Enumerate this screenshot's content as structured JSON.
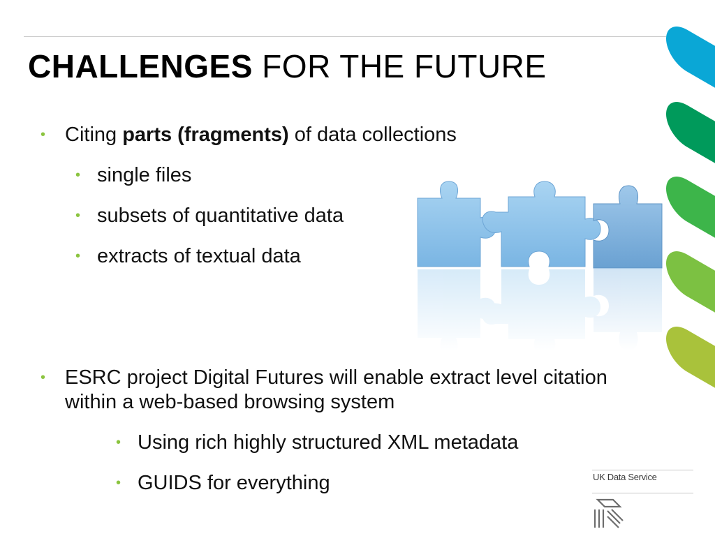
{
  "slide": {
    "title_strong": "CHALLENGES",
    "title_rest": " FOR THE FUTURE",
    "bullet_symbol": "•",
    "bullet_color": "#8bc43f",
    "section1": {
      "intro_before": "Citing ",
      "intro_bold": "parts (fragments)",
      "intro_after": " of data collections",
      "subitems": [
        "single files",
        "subsets of quantitative data",
        "extracts of textual data"
      ]
    },
    "section2": {
      "text": "ESRC project Digital Futures will enable extract level citation within a web-based browsing system",
      "subitems": [
        "Using rich highly structured XML metadata",
        "GUIDS for everything"
      ]
    }
  },
  "brand": {
    "name": "UK Data Service",
    "accent_colors": [
      "#0aa7d6",
      "#009a5b",
      "#3db54a",
      "#7cc142",
      "#a9c23b"
    ]
  },
  "image": {
    "description_icon": "puzzle-pieces-icon"
  }
}
